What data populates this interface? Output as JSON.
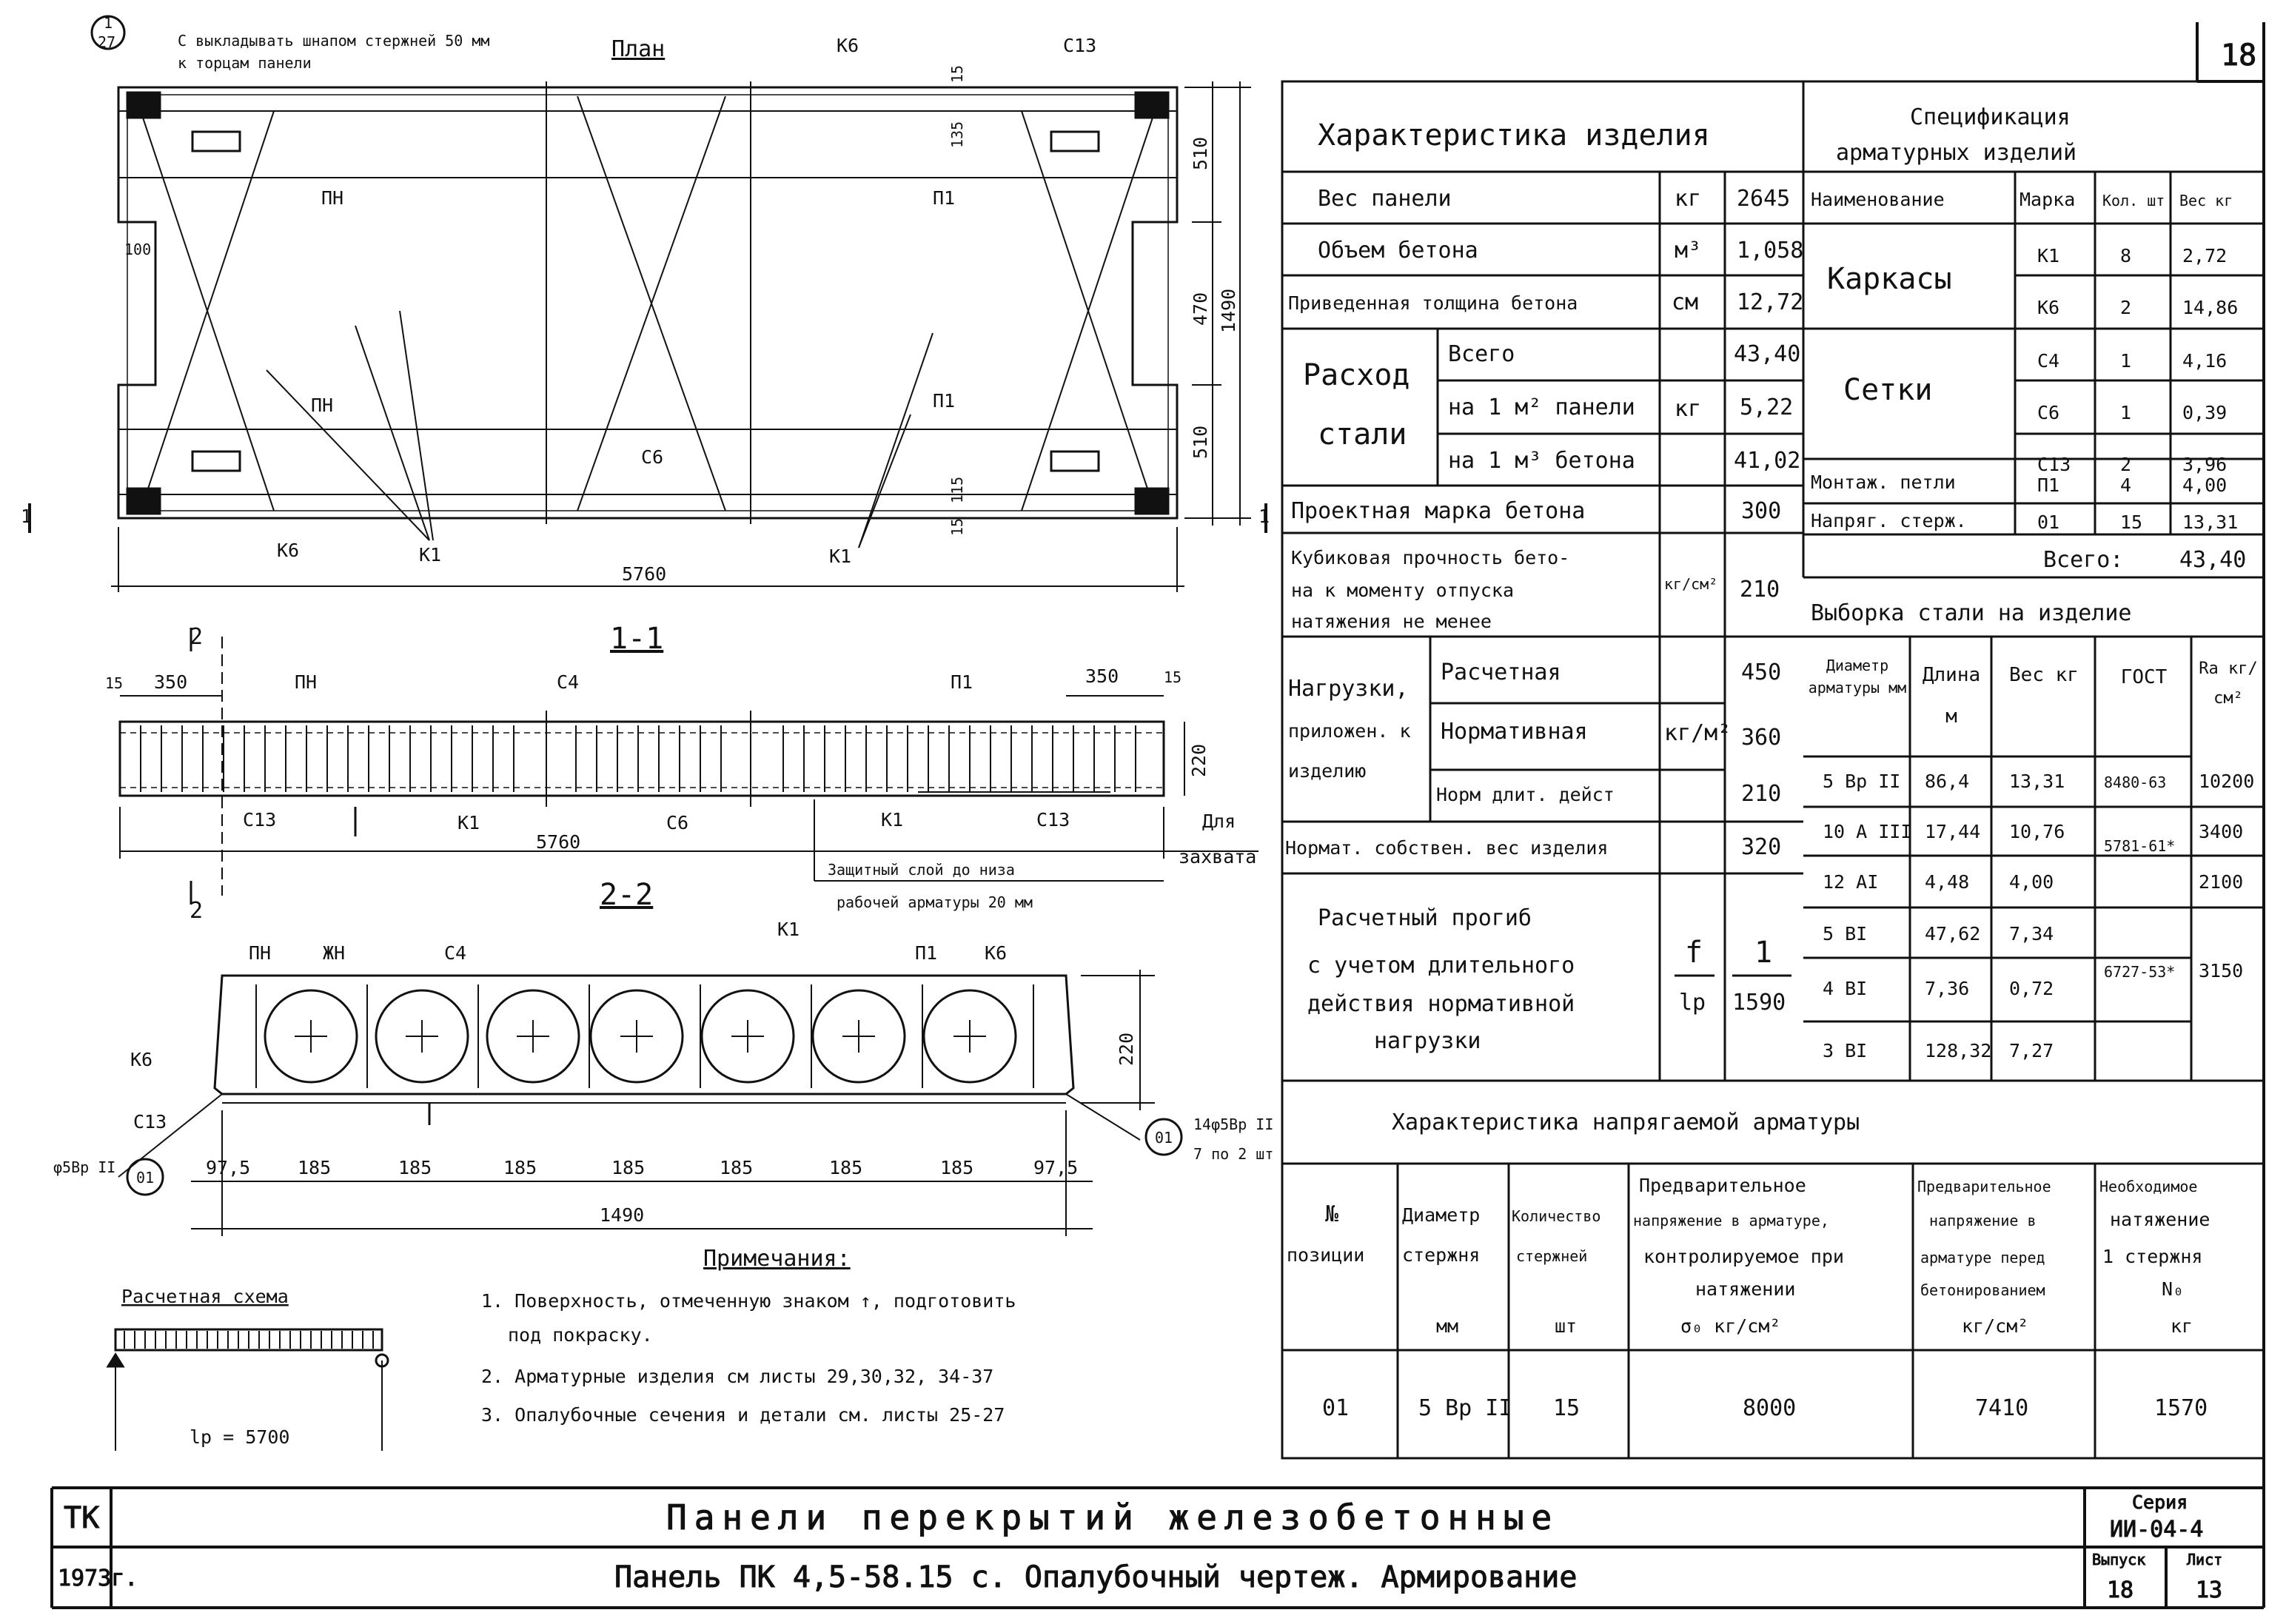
{
  "sheet_number": "18",
  "drawing": {
    "section_marker": {
      "top": "1",
      "bottom": "27"
    },
    "plan_note_line1": "С выкладывать шнапом стержней 50 мм",
    "plan_note_line2": "к торцам панели",
    "plan_title": "План",
    "section11_title": "1-1",
    "section22_title": "2-2",
    "cut_mark_1": "1",
    "cut_mark_2": "2",
    "labels": {
      "k6": "К6",
      "c13": "С13",
      "pn": "ПН",
      "p1": "П1",
      "c6": "С6",
      "k1": "К1",
      "c4": "С4",
      "zh1": "ЖН",
      "dlya": "Для",
      "zahvata": "захвата"
    },
    "dims": {
      "d5760": "5760",
      "d1490": "1490",
      "d510": "510",
      "d470": "470",
      "d100": "100",
      "d135": "135",
      "d115": "115",
      "d15": "15",
      "d350": "350",
      "d220": "220",
      "d185": "185",
      "d97": "97,5"
    },
    "protective_layer_line1": "Защитный слой до низа",
    "protective_layer_line2": "рабочей арматуры 20 мм",
    "pos01": "01",
    "rebar_left": "φ5Вр II",
    "rebar_right_line1": "14φ5Вр II",
    "rebar_right_line2": "7 по 2 шт",
    "scheme_title": "Расчетная схема",
    "scheme_lp": "lр = 5700",
    "notes_title": "Примечания:",
    "notes": [
      "1. Поверхность, отмеченную знаком ↑, подготовить",
      "под покраску.",
      "2. Арматурные изделия см листы 29,30,32, 34-37",
      "3. Опалубочные сечения и детали см. листы 25-27"
    ]
  },
  "characteristics": {
    "title": "Характеристика изделия",
    "weight_label": "Вес панели",
    "weight_unit": "кг",
    "weight_value": "2645",
    "concrete_volume_label": "Объем бетона",
    "concrete_volume_unit": "м³",
    "concrete_volume_value": "1,058",
    "thickness_label": "Приведенная толщина бетона",
    "thickness_unit": "см",
    "thickness_value": "12,72",
    "steel_label_1": "Расход",
    "steel_label_2": "стали",
    "steel_unit": "кг",
    "steel_total_label": "Всего",
    "steel_total_value": "43,40",
    "steel_per_m2_label": "на 1 м² панели",
    "steel_per_m2_value": "5,22",
    "steel_per_m3_label": "на 1 м³ бетона",
    "steel_per_m3_value": "41,02",
    "grade_label": "Проектная марка бетона",
    "grade_value": "300",
    "strength_label_1": "Кубиковая прочность бето-",
    "strength_label_2": "на к моменту отпуска",
    "strength_label_3": "натяжения не менее",
    "strength_unit": "кг/см²",
    "strength_value": "210",
    "loads_label_1": "Нагрузки,",
    "loads_label_2": "приложен. к",
    "loads_label_3": "изделию",
    "loads_unit": "кг/м²",
    "load_calc_label": "Расчетная",
    "load_calc_value": "450",
    "load_norm_label": "Нормативная",
    "load_norm_value": "360",
    "load_long_label": "Норм длит. дейст",
    "load_long_value": "210",
    "self_weight_label": "Нормат. собствен. вес изделия",
    "self_weight_value": "320",
    "deflection_label_1": "Расчетный прогиб",
    "deflection_label_2": "с учетом длительного",
    "deflection_label_3": "действия нормативной",
    "deflection_label_4": "нагрузки",
    "deflection_unit_top": "f",
    "deflection_unit_bottom": "lр",
    "deflection_value_top": "1",
    "deflection_value_bottom": "1590"
  },
  "specification": {
    "title_1": "Спецификация",
    "title_2": "арматурных изделий",
    "headers": [
      "Наименование",
      "Марка",
      "Кол. шт",
      "Вес кг"
    ],
    "rows": [
      {
        "name": "Каркасы",
        "mark": "К1",
        "qty": "8",
        "weight": "2,72"
      },
      {
        "name": "",
        "mark": "К6",
        "qty": "2",
        "weight": "14,86"
      },
      {
        "name": "Сетки",
        "mark": "С4",
        "qty": "1",
        "weight": "4,16"
      },
      {
        "name": "",
        "mark": "С6",
        "qty": "1",
        "weight": "0,39"
      },
      {
        "name": "",
        "mark": "С13",
        "qty": "2",
        "weight": "3,96"
      },
      {
        "name": "Монтаж. петли",
        "mark": "П1",
        "qty": "4",
        "weight": "4,00"
      },
      {
        "name": "Напряг. стерж.",
        "mark": "01",
        "qty": "15",
        "weight": "13,31"
      }
    ],
    "total_label": "Всего:",
    "total_value": "43,40"
  },
  "steel_selection": {
    "title": "Выборка стали на изделие",
    "headers": [
      "Диаметр арматуры мм",
      "Длина м",
      "Вес кг",
      "ГОСТ",
      "Ra кг/см²"
    ],
    "rows": [
      {
        "diameter": "5 Вр II",
        "length": "86,4",
        "weight": "13,31"
      },
      {
        "diameter": "10 А III",
        "length": "17,44",
        "weight": "10,76"
      },
      {
        "diameter": "12 АI",
        "length": "4,48",
        "weight": "4,00"
      },
      {
        "diameter": "5 ВI",
        "length": "47,62",
        "weight": "7,34"
      },
      {
        "diameter": "4 ВI",
        "length": "7,36",
        "weight": "0,72"
      },
      {
        "diameter": "3 ВI",
        "length": "128,32",
        "weight": "7,27"
      }
    ],
    "gost": [
      "8480-63",
      "5781-61*",
      "6727-53*"
    ],
    "ra": [
      "10200",
      "3400",
      "2100",
      "3150"
    ]
  },
  "prestress": {
    "title": "Характеристика напрягаемой арматуры",
    "headers": {
      "pos": [
        "№",
        "позиции"
      ],
      "diam": [
        "Диаметр",
        "стержня",
        "мм"
      ],
      "count": [
        "Количество",
        "стержней",
        "шт"
      ],
      "pre1": [
        "Предварительное",
        "напряжение в арматуре,",
        "контролируемое при",
        "натяжении",
        "σ₀ кг/см²"
      ],
      "pre2": [
        "Предварительное",
        "напряжение в",
        "арматуре перед",
        "бетонированием",
        "кг/см²"
      ],
      "req": [
        "Необходимое",
        "натяжение",
        "1 стержня",
        "N₀",
        "кг"
      ]
    },
    "row": {
      "pos": "01",
      "diameter": "5 Вр II",
      "count": "15",
      "sigma0": "8000",
      "before": "7410",
      "required": "1570"
    }
  },
  "title_block": {
    "org": "ТК",
    "year": "1973г.",
    "line1": "Панели перекрытий железобетонные",
    "line2": "Панель ПК 4,5-58.15 с. Опалубочный чертеж. Армирование",
    "series_label": "Серия",
    "series_value": "ИИ-04-4",
    "issue_label": "Выпуск",
    "issue_value": "18",
    "sheet_label": "Лист",
    "sheet_value": "13"
  }
}
